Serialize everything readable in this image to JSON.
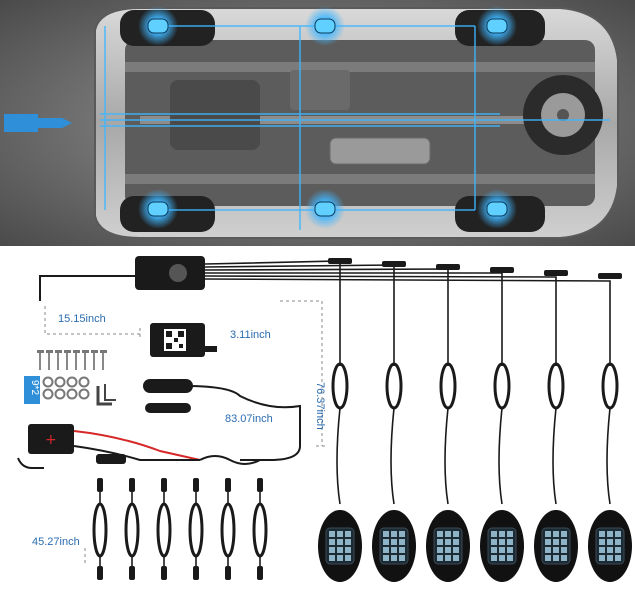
{
  "labels": {
    "dim_controller_cable": "15.15inch",
    "dim_bluetooth_box": "3.11inch",
    "dim_power_cable": "83.07inch",
    "dim_vertical_run": "76.37inch",
    "dim_extension_cables": "45.27inch",
    "kit_count_badge": "9*2"
  },
  "colors": {
    "led_blue": "#3fb6ff",
    "dimension_blue": "#2b6cb0",
    "cable_black": "#111111",
    "power_red": "#d62828"
  },
  "counts": {
    "underglow_pods_on_car": 6,
    "pods_in_kit": 6,
    "extension_cables": 6,
    "screws": 8,
    "washers": 8
  }
}
